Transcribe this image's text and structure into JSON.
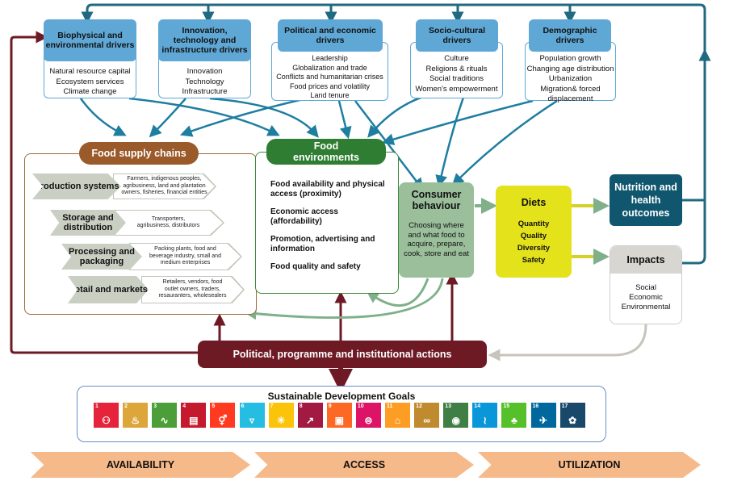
{
  "drivers": [
    {
      "title": "Biophysical and environmental drivers",
      "items": [
        "Natural resource capital",
        "Ecosystem services",
        "Climate change"
      ]
    },
    {
      "title": "Innovation, technology and infrastructure drivers",
      "items": [
        "Innovation",
        "Technology",
        "Infrastructure"
      ]
    },
    {
      "title": "Political and economic drivers",
      "items": [
        "Leadership",
        "Globalization and trade",
        "Conflicts and humanitarian crises",
        "Food prices and volatility",
        "Land tenure"
      ]
    },
    {
      "title": "Socio-cultural drivers",
      "items": [
        "Culture",
        "Religions & rituals",
        "Social traditions",
        "Women's empowerment"
      ]
    },
    {
      "title": "Demographic drivers",
      "items": [
        "Population growth",
        "Changing age distribution",
        "Urbanization",
        "Migration& forced",
        "displacement"
      ]
    }
  ],
  "food_supply_chains": {
    "title": "Food supply chains",
    "stages": [
      {
        "label": "Production systems",
        "actors": [
          "Farmers, indigenous peoples,",
          "agribusiness, land and plantation",
          "owners, fisheries, financial entities"
        ]
      },
      {
        "label": "Storage and distribution",
        "actors": [
          "Transporters,",
          "agribusiness, distributors"
        ]
      },
      {
        "label": "Processing and packaging",
        "actors": [
          "Packing plants, food and",
          "beverage industry, small and",
          "medium enterprises"
        ]
      },
      {
        "label": "Retail and markets",
        "actors": [
          "Retailers, vendors, food",
          "outlet owners, traders,",
          "resauranters, wholesealers"
        ]
      }
    ]
  },
  "food_environments": {
    "title": "Food environments",
    "items": [
      "Food availability and physical access (proximity)",
      "Economic access (affordability)",
      "Promotion, advertising and information",
      "Food quality and safety"
    ]
  },
  "consumer_behaviour": {
    "title": "Consumer behaviour",
    "text": "Choosing where and what food to acquire, prepare, cook, store and eat"
  },
  "diets": {
    "title": "Diets",
    "items": [
      "Quantity",
      "Quality",
      "Diversity",
      "Safety"
    ]
  },
  "nutrition": {
    "title": "Nutrition and health outcomes"
  },
  "impacts": {
    "title": "Impacts",
    "items": [
      "Social",
      "Economic",
      "Environmental"
    ]
  },
  "actions": {
    "title": "Political, programme and institutional actions"
  },
  "sdg": {
    "title": "Sustainable Development Goals",
    "goals": [
      {
        "n": "1",
        "color": "#e5243b",
        "icon": "family-icon"
      },
      {
        "n": "2",
        "color": "#dda63a",
        "icon": "bowl-icon"
      },
      {
        "n": "3",
        "color": "#4c9f38",
        "icon": "heartbeat-icon"
      },
      {
        "n": "4",
        "color": "#c5192d",
        "icon": "book-icon"
      },
      {
        "n": "5",
        "color": "#ff3a21",
        "icon": "gender-icon"
      },
      {
        "n": "6",
        "color": "#26bde2",
        "icon": "water-icon"
      },
      {
        "n": "7",
        "color": "#fcc30b",
        "icon": "sun-icon"
      },
      {
        "n": "8",
        "color": "#a21942",
        "icon": "growth-chart-icon"
      },
      {
        "n": "9",
        "color": "#fd6925",
        "icon": "cubes-icon"
      },
      {
        "n": "10",
        "color": "#dd1367",
        "icon": "equal-icon"
      },
      {
        "n": "11",
        "color": "#fd9d24",
        "icon": "city-icon"
      },
      {
        "n": "12",
        "color": "#bf8b2e",
        "icon": "infinity-icon"
      },
      {
        "n": "13",
        "color": "#3f7e44",
        "icon": "eye-icon"
      },
      {
        "n": "14",
        "color": "#0a97d9",
        "icon": "fish-icon"
      },
      {
        "n": "15",
        "color": "#56c02b",
        "icon": "tree-icon"
      },
      {
        "n": "16",
        "color": "#00689d",
        "icon": "dove-icon"
      },
      {
        "n": "17",
        "color": "#19486a",
        "icon": "flower-icon"
      }
    ]
  },
  "bands": [
    "AVAILABILITY",
    "ACCESS",
    "UTILIZATION"
  ]
}
